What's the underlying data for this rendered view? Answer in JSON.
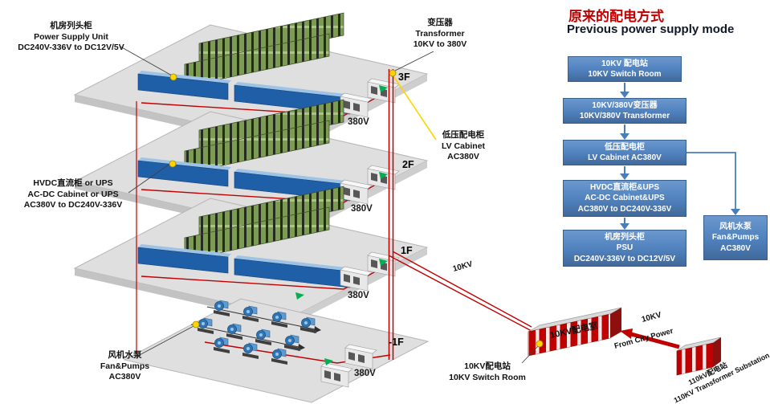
{
  "title": {
    "cn": "原来的配电方式",
    "en": "Previous power supply mode"
  },
  "callouts": {
    "psu": [
      "机房列头柜",
      "Power Supply Unit",
      "DC240V-336V to DC12V/5V"
    ],
    "transformer": [
      "变压器",
      "Transformer",
      "10KV to 380V"
    ],
    "lv_cabinet": [
      "低压配电柜",
      "LV Cabinet",
      "AC380V"
    ],
    "hvdc": [
      "HVDC直流柜 or UPS",
      "AC-DC Cabinet or UPS",
      "AC380V to DC240V-336V"
    ],
    "fan_pumps": [
      "风机水泵",
      "Fan&Pumps",
      "AC380V"
    ],
    "switch_room": [
      "10KV配电站",
      "10KV Switch Room"
    ],
    "substation": [
      "110kV配电站",
      "110KV Transformer Substation"
    ]
  },
  "floors": [
    {
      "tag": "3F",
      "volt": "380V"
    },
    {
      "tag": "2F",
      "volt": "380V"
    },
    {
      "tag": "1F",
      "volt": "380V"
    },
    {
      "tag": "-1F",
      "volt": "380V"
    }
  ],
  "annotations": {
    "feed_10kv": "10KV",
    "arrow_10kv": "10KV",
    "from_city": "From City Power",
    "switch_room_building": "10KV配电室"
  },
  "flowchart": {
    "boxes": [
      {
        "id": "switch-room",
        "lines": [
          "10KV 配电站",
          "10KV Switch Room"
        ]
      },
      {
        "id": "transformer",
        "lines": [
          "10KV/380V变压器",
          "10KV/380V Transformer"
        ]
      },
      {
        "id": "lv-cabinet",
        "lines": [
          "低压配电柜",
          "LV Cabinet AC380V"
        ]
      },
      {
        "id": "hvdc-ups",
        "lines": [
          "HVDC直流柜&UPS",
          "AC-DC Cabinet&UPS",
          "AC380V to DC240V-336V"
        ]
      },
      {
        "id": "psu",
        "lines": [
          "机房列头柜",
          "PSU",
          "DC240V-336V to DC12V/5V"
        ]
      },
      {
        "id": "fan-pumps",
        "lines": [
          "风机水泵",
          "Fan&Pumps",
          "AC380V"
        ]
      }
    ]
  },
  "colors": {
    "accent_red": "#C00000",
    "flow_box_blue": "#4F81BD",
    "power_line_red": "#C00000",
    "marker_yellow": "#FFD400",
    "rack_green": "#7C9B53",
    "cabinet_blue": "#1F5FA8"
  }
}
